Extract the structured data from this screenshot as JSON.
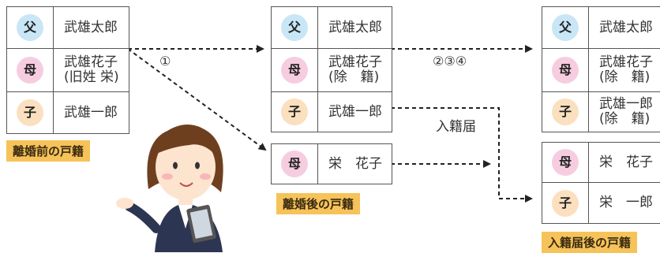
{
  "badges": {
    "father": "父",
    "mother": "母",
    "child": "子"
  },
  "before": {
    "caption": "離婚前の戸籍",
    "father": "武雄太郎",
    "mother": "武雄花子\n(旧姓 栄)",
    "child": "武雄一郎"
  },
  "after": {
    "caption": "離婚後の戸籍",
    "father": "武雄太郎",
    "mother": "武雄花子\n(除　籍)",
    "child": "武雄一郎",
    "new_mother": "栄　花子"
  },
  "entry": {
    "caption": "入籍届後の戸籍",
    "father": "武雄太郎",
    "mother": "武雄花子\n(除　籍)",
    "child": "武雄一郎\n(除　籍)",
    "new_mother": "栄　花子",
    "new_child": "栄　一郎"
  },
  "arrows": {
    "step1": "①",
    "step234": "②③④",
    "entry_notice": "入籍届"
  },
  "colors": {
    "father_badge": "#c9e6f6",
    "mother_badge": "#f6cde0",
    "child_badge": "#fbe0bf",
    "caption_bg": "#f6c35a",
    "line": "#222222"
  },
  "illustration": {
    "icon": "woman-holding-tablet-illustration"
  }
}
